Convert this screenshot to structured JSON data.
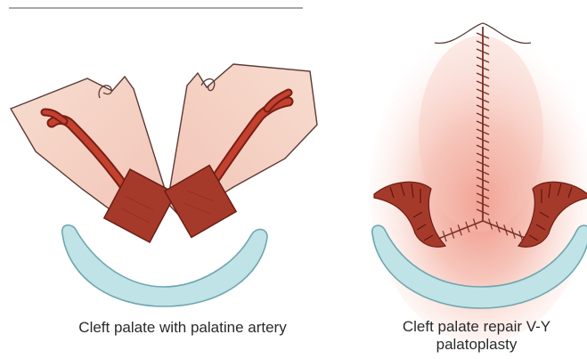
{
  "figure": {
    "left_panel": {
      "caption": "Cleft palate with palatine artery"
    },
    "right_panel": {
      "caption_line1": "Cleft palate repair V-Y",
      "caption_line2": "palatoplasty"
    }
  },
  "colors": {
    "flap_fill": "#f6d9cc",
    "flap_stroke": "#5a3a36",
    "artery": "#b33a2a",
    "artery_dark": "#7a1e14",
    "pedicle": "#a63a2a",
    "arch_fill": "#bfe3e6",
    "arch_stroke": "#6fa7ad",
    "palate_glow": "#f3a99a",
    "suture": "#7a3028"
  }
}
